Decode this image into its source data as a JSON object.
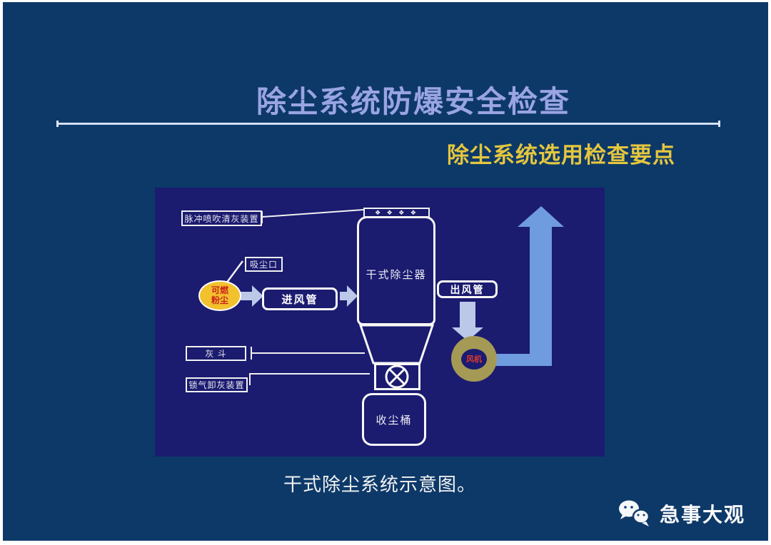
{
  "slide": {
    "title": "除尘系统防爆安全检查",
    "subtitle": "除尘系统选用检查要点",
    "caption": "干式除尘系统示意图。",
    "brand": {
      "name": "急事大观",
      "icon": "wechat-icon"
    }
  },
  "colors": {
    "slide_bg": "#0d3969",
    "panel_bg": "#1b1b70",
    "title_text": "#9aa4e3",
    "subtitle_text": "#e4c63e",
    "divider": "#dbe7f9",
    "small_arrow": "#bcc8e8",
    "large_arrow": "#6f9bdf",
    "dust_fill": "#f2c12e",
    "dust_text": "#c8221a",
    "fan_ring": "#a49a55",
    "fan_text": "#e03a2a",
    "outline_white": "#f8f8f8"
  },
  "diagram": {
    "pulse_device": "脉冲喷吹清灰装置",
    "suction_port": "吸尘口",
    "dust_line1": "可燃",
    "dust_line2": "粉尘",
    "inlet_duct": "进风管",
    "collector": "干式除尘器",
    "valves": "❖ ❖ ❖ ❖",
    "outlet_duct": "出风管",
    "fan": "风机",
    "ash_hopper": "灰 斗",
    "airlock": "锁气卸灰装置",
    "dust_bucket": "收尘桶"
  }
}
